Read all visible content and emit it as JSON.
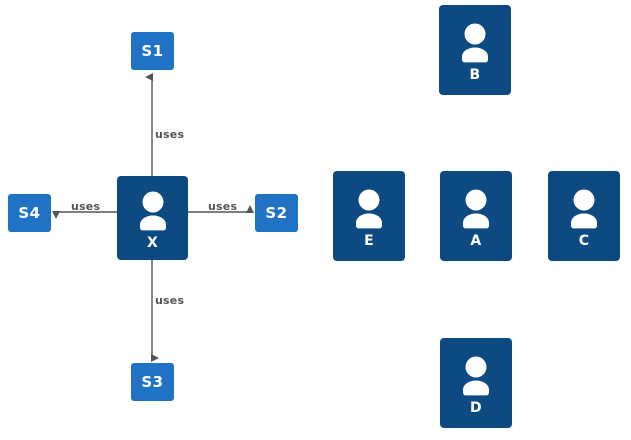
{
  "diagram": {
    "type": "actor-service-usage-diagram",
    "colors": {
      "actor_fill": "#0e4a82",
      "service_fill": "#1f72c4",
      "edge_stroke": "#555555",
      "label_text": "#555555",
      "node_text": "#ffffff",
      "background": "#ffffff"
    },
    "central_actor": {
      "label": "X",
      "icon": "person-icon"
    },
    "services": [
      {
        "id": "s1",
        "label": "S1",
        "position": "top"
      },
      {
        "id": "s2",
        "label": "S2",
        "position": "right"
      },
      {
        "id": "s3",
        "label": "S3",
        "position": "bottom"
      },
      {
        "id": "s4",
        "label": "S4",
        "position": "left"
      }
    ],
    "edges": [
      {
        "from": "X",
        "to": "S1",
        "label": "uses",
        "direction": "up"
      },
      {
        "from": "X",
        "to": "S2",
        "label": "uses",
        "direction": "right"
      },
      {
        "from": "X",
        "to": "S3",
        "label": "uses",
        "direction": "down"
      },
      {
        "from": "X",
        "to": "S4",
        "label": "uses",
        "direction": "left"
      }
    ],
    "standalone_actors": [
      {
        "id": "b",
        "label": "B",
        "icon": "person-icon"
      },
      {
        "id": "e",
        "label": "E",
        "icon": "person-icon"
      },
      {
        "id": "a",
        "label": "A",
        "icon": "person-icon"
      },
      {
        "id": "c",
        "label": "C",
        "icon": "person-icon"
      },
      {
        "id": "d",
        "label": "D",
        "icon": "person-icon"
      }
    ]
  }
}
